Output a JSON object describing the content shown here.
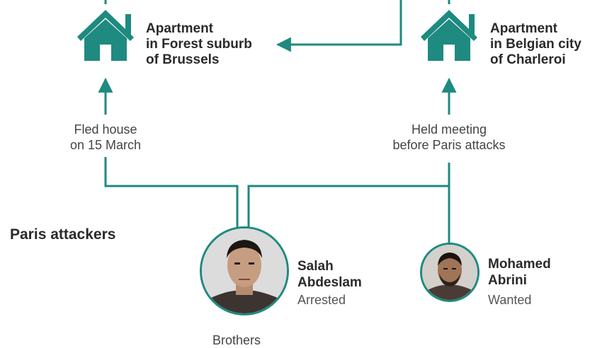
{
  "apartments": [
    {
      "id": "forest",
      "lines": [
        "Apartment",
        "in Forest suburb",
        "of Brussels"
      ]
    },
    {
      "id": "charleroi",
      "lines": [
        "Apartment",
        "in Belgian city",
        "of Charleroi"
      ]
    }
  ],
  "connections": [
    {
      "id": "fled",
      "lines": [
        "Fled house",
        "on 15 March"
      ]
    },
    {
      "id": "meeting",
      "lines": [
        "Held meeting",
        "before Paris attacks"
      ]
    }
  ],
  "section_title": "Paris attackers",
  "people": [
    {
      "id": "salah",
      "name_lines": [
        "Salah",
        "Abdeslam"
      ],
      "status": "Arrested"
    },
    {
      "id": "mohamed",
      "name_lines": [
        "Mohamed",
        "Abrini"
      ],
      "status": "Wanted"
    }
  ],
  "footer_label": "Brothers",
  "colors": {
    "accent": "#1e8a80",
    "text": "#2a2a2a"
  },
  "icons": [
    "house-icon"
  ]
}
